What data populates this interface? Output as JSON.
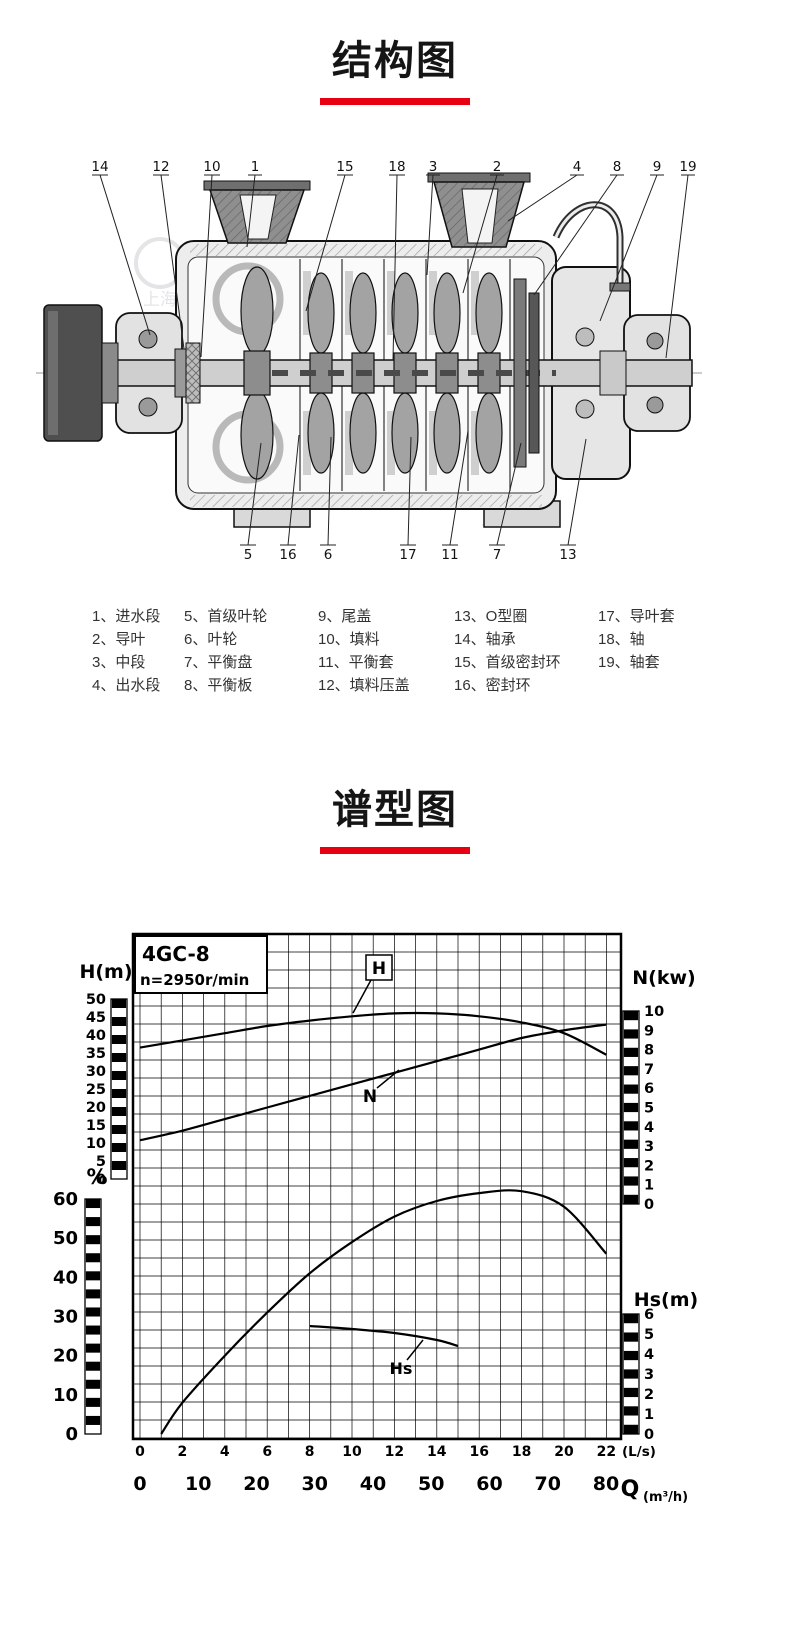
{
  "page": {
    "background": "#ffffff",
    "accent_color": "#e60012"
  },
  "sections": {
    "structure": {
      "title": "结构图"
    },
    "performance": {
      "title": "谱型图"
    }
  },
  "pump": {
    "callouts_top": [
      "14",
      "12",
      "10",
      "1",
      "15",
      "18",
      "3",
      "2",
      "4",
      "8",
      "9",
      "19"
    ],
    "callouts_bottom": [
      "5",
      "16",
      "6",
      "17",
      "11",
      "7",
      "13"
    ],
    "legend_columns": [
      [
        "1、进水段",
        "2、导叶",
        "3、中段",
        "4、出水段"
      ],
      [
        "5、首级叶轮",
        "6、叶轮",
        "7、平衡盘",
        "8、平衡板"
      ],
      [
        "9、尾盖",
        "10、填料",
        "11、平衡套",
        "12、填料压盖"
      ],
      [
        "13、O型圈",
        "14、轴承",
        "15、首级密封环",
        "16、密封环"
      ],
      [
        "17、导叶套",
        "18、轴",
        "19、轴套"
      ]
    ],
    "watermark_text": "上海"
  },
  "chart_data": {
    "type": "line",
    "title": "4GC-8",
    "subtitle": "n=2950r/min",
    "grid": true,
    "axes": {
      "H": {
        "label": "H(m)",
        "ticks": [
          50,
          45,
          40,
          35,
          30,
          25,
          20,
          15,
          10,
          5,
          0
        ],
        "range": [
          0,
          50
        ]
      },
      "N": {
        "label": "N(kw)",
        "ticks": [
          10,
          9,
          8,
          7,
          6,
          5,
          4,
          3,
          2,
          1,
          0
        ],
        "range": [
          0,
          10
        ]
      },
      "eta": {
        "label": "%",
        "ticks": [
          60,
          50,
          40,
          30,
          20,
          10,
          0
        ],
        "range": [
          0,
          60
        ]
      },
      "Hs": {
        "label": "Hs(m)",
        "ticks": [
          6,
          5,
          4,
          3,
          2,
          1,
          0
        ],
        "range": [
          0,
          6
        ]
      },
      "x1": {
        "label": "(L/s)",
        "ticks": [
          0,
          2,
          4,
          6,
          8,
          10,
          12,
          14,
          16,
          18,
          20,
          22
        ],
        "range": [
          0,
          23
        ]
      },
      "x2": {
        "label_q": "Q",
        "label_unit": "(m³/h)",
        "ticks": [
          0,
          10,
          20,
          30,
          40,
          50,
          60,
          70,
          80
        ],
        "range": [
          0,
          82.6
        ]
      }
    },
    "series": [
      {
        "name": "H",
        "axis": "H",
        "x": [
          0,
          2,
          4,
          6,
          8,
          10,
          12,
          14,
          16,
          18,
          20,
          22
        ],
        "values": [
          36.5,
          38.5,
          40.5,
          42.5,
          44,
          45.2,
          46,
          46,
          45.2,
          43.5,
          40.5,
          34.5
        ]
      },
      {
        "name": "N",
        "axis": "N",
        "x": [
          0,
          2,
          4,
          6,
          8,
          10,
          12,
          14,
          16,
          18,
          20,
          22
        ],
        "values": [
          3.3,
          3.8,
          4.4,
          5,
          5.6,
          6.2,
          6.8,
          7.4,
          8,
          8.6,
          9,
          9.3
        ]
      },
      {
        "name": "η(%)",
        "axis": "eta",
        "x": [
          1,
          2,
          4,
          6,
          8,
          10,
          12,
          14,
          16,
          18,
          20,
          22
        ],
        "values": [
          0,
          8,
          20,
          31,
          41,
          49,
          55.5,
          59.5,
          61.5,
          62,
          58,
          46
        ]
      },
      {
        "name": "Hs",
        "axis": "Hs",
        "x": [
          8,
          10,
          12,
          14,
          15
        ],
        "values": [
          5.4,
          5.25,
          5.05,
          4.7,
          4.4
        ]
      }
    ],
    "curve_labels": [
      "H",
      "N",
      "Hs"
    ]
  }
}
